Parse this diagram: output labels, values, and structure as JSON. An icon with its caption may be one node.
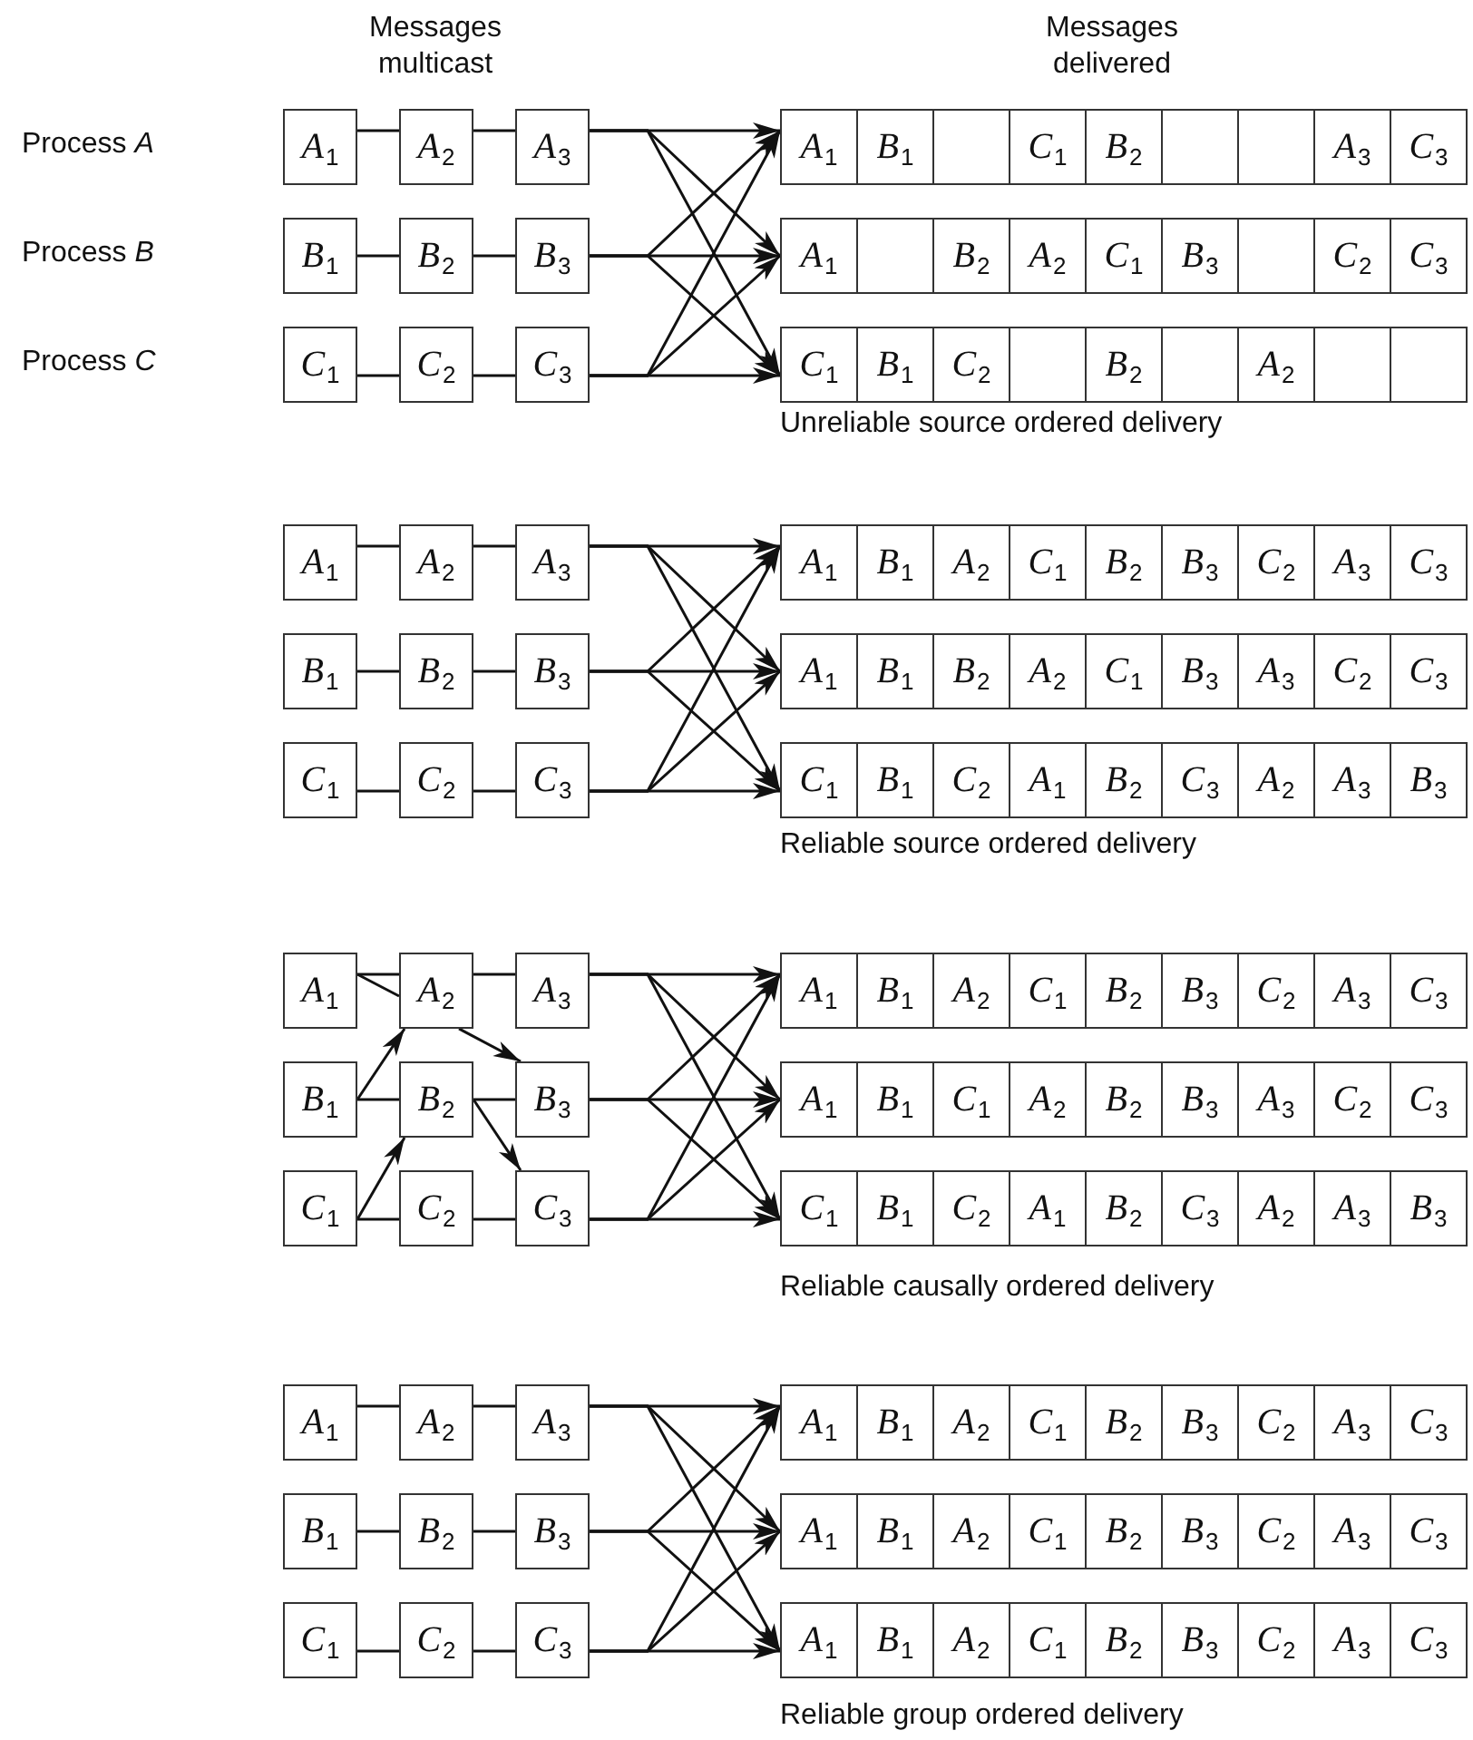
{
  "diagram": {
    "nodes": [
      {
        "text": [
          "*A*$_{1}$"
        ]
      },
      {
        "text": [
          "*A*$_{2}$"
        ]
      },
      {
        "text": [
          "*A*$_{3}$"
        ]
      },
      {
        "text": [
          "*A*$_{1}$"
        ]
      },
      {
        "text": [
          "*B*$_{1}$"
        ]
      },
      {
        "text": [],
        "shape": "box"
      },
      {
        "text": [
          "*C*$_{1}$"
        ]
      },
      {
        "text": [
          "*B*$_{2}$"
        ]
      },
      {
        "text": [],
        "shape": "box"
      },
      {
        "text": [],
        "shape": "box"
      },
      {
        "text": [
          "*A*$_{3}$"
        ]
      },
      {
        "text": [
          "*C*$_{3}$"
        ]
      },
      {
        "text": [
          "*B*$_{1}$"
        ]
      },
      {
        "text": [
          "*B*$_{2}$"
        ]
      },
      {
        "text": [
          "*B*$_{3}$"
        ]
      },
      {
        "text": [
          "*A*$_{1}$"
        ]
      },
      {
        "text": [],
        "shape": "box"
      },
      {
        "text": [
          "*B*$_{2}$"
        ]
      },
      {
        "text": [
          "*A*$_{2}$"
        ]
      },
      {
        "text": [
          "*C*$_{1}$"
        ]
      },
      {
        "text": [
          "*B*$_{3}$"
        ]
      },
      {
        "text": [],
        "shape": "box"
      },
      {
        "text": [
          "*C*$_{2}$"
        ]
      },
      {
        "text": [
          "*C*$_{3}$"
        ]
      },
      {
        "text": [
          "*C*$_{1}$"
        ]
      },
      {
        "text": [
          "*C*$_{2}$"
        ]
      },
      {
        "text": [
          "*C*$_{3}$"
        ]
      },
      {
        "text": [
          "*C*$_{1}$"
        ]
      },
      {
        "text": [
          "*B*$_{1}$"
        ]
      },
      {
        "text": [
          "*C*$_{2}$"
        ]
      },
      {
        "text": [],
        "shape": "box"
      },
      {
        "text": [
          "*B*$_{2}$"
        ]
      },
      {
        "text": [],
        "shape": "box"
      },
      {
        "text": [
          "*A*$_{2}$"
        ]
      },
      {
        "text": [],
        "shape": "box"
      },
      {
        "text": [],
        "shape": "box"
      },
      {
        "text": [
          "*A*$_{1}$"
        ]
      },
      {
        "text": [
          "*A*$_{2}$"
        ]
      },
      {
        "text": [
          "*A*$_{3}$"
        ]
      },
      {
        "text": [
          "*A*$_{1}$"
        ]
      },
      {
        "text": [
          "*B*$_{1}$"
        ]
      },
      {
        "text": [
          "*A*$_{2}$"
        ]
      },
      {
        "text": [
          "*C*$_{1}$"
        ]
      },
      {
        "text": [
          "*B*$_{2}$"
        ]
      },
      {
        "text": [
          "*B*$_{3}$"
        ]
      },
      {
        "text": [
          "*C*$_{2}$"
        ]
      },
      {
        "text": [
          "*A*$_{3}$"
        ]
      },
      {
        "text": [
          "*C*$_{3}$"
        ]
      },
      {
        "text": [
          "*B*$_{1}$"
        ]
      },
      {
        "text": [
          "*B*$_{2}$"
        ]
      },
      {
        "text": [
          "*B*$_{3}$"
        ]
      },
      {
        "text": [
          "*A*$_{1}$"
        ]
      },
      {
        "text": [
          "*B*$_{1}$"
        ]
      },
      {
        "text": [
          "*B*$_{2}$"
        ]
      },
      {
        "text": [
          "*A*$_{2}$"
        ]
      },
      {
        "text": [
          "*C*$_{1}$"
        ]
      },
      {
        "text": [
          "*B*$_{3}$"
        ]
      },
      {
        "text": [
          "*A*$_{3}$"
        ]
      },
      {
        "text": [
          "*C*$_{2}$"
        ]
      },
      {
        "text": [
          "*C*$_{3}$"
        ]
      },
      {
        "text": [
          "*C*$_{1}$"
        ]
      },
      {
        "text": [
          "*C*$_{2}$"
        ]
      },
      {
        "text": [
          "*C*$_{3}$"
        ]
      },
      {
        "text": [
          "*C*$_{1}$"
        ]
      },
      {
        "text": [
          "*B*$_{1}$"
        ]
      },
      {
        "text": [
          "*C*$_{2}$"
        ]
      },
      {
        "text": [
          "*A*$_{1}$"
        ]
      },
      {
        "text": [
          "*B*$_{2}$"
        ]
      },
      {
        "text": [
          "*C*$_{3}$"
        ]
      },
      {
        "text": [
          "*A*$_{2}$"
        ]
      },
      {
        "text": [
          "*A*$_{3}$"
        ]
      },
      {
        "text": [
          "*B*$_{3}$"
        ]
      },
      {
        "text": [
          "*A*$_{1}$"
        ]
      },
      {
        "text": [
          "*A*$_{2}$"
        ]
      },
      {
        "text": [
          "*A*$_{3}$"
        ]
      },
      {
        "text": [
          "*A*$_{1}$"
        ]
      },
      {
        "text": [
          "*B*$_{1}$"
        ]
      },
      {
        "text": [
          "*A*$_{2}$"
        ]
      },
      {
        "text": [
          "*C*$_{1}$"
        ]
      },
      {
        "text": [
          "*B*$_{2}$"
        ]
      },
      {
        "text": [
          "*B*$_{3}$"
        ]
      },
      {
        "text": [
          "*C*$_{2}$"
        ]
      },
      {
        "text": [
          "*A*$_{3}$"
        ]
      },
      {
        "text": [
          "*C*$_{3}$"
        ]
      },
      {
        "text": [
          "*B*$_{1}$"
        ]
      },
      {
        "text": [
          "*B*$_{2}$"
        ]
      },
      {
        "text": [
          "*B*$_{3}$"
        ]
      },
      {
        "text": [
          "*A*$_{1}$"
        ]
      },
      {
        "text": [
          "*B*$_{1}$"
        ]
      },
      {
        "text": [
          "*C*$_{1}$"
        ]
      },
      {
        "text": [
          "*A*$_{2}$"
        ]
      },
      {
        "text": [
          "*B*$_{2}$"
        ]
      },
      {
        "text": [
          "*B*$_{3}$"
        ]
      },
      {
        "text": [
          "*A*$_{3}$"
        ]
      },
      {
        "text": [
          "*C*$_{2}$"
        ]
      },
      {
        "text": [
          "*C*$_{3}$"
        ]
      },
      {
        "text": [
          "*C*$_{1}$"
        ]
      },
      {
        "text": [
          "*C*$_{2}$"
        ]
      },
      {
        "text": [
          "*C*$_{3}$"
        ]
      },
      {
        "text": [
          "*C*$_{1}$"
        ]
      },
      {
        "text": [
          "*B*$_{1}$"
        ]
      },
      {
        "text": [
          "*C*$_{2}$"
        ]
      },
      {
        "text": [
          "*A*$_{1}$"
        ]
      },
      {
        "text": [
          "*B*$_{2}$"
        ]
      },
      {
        "text": [
          "*C*$_{3}$"
        ]
      },
      {
        "text": [
          "*A*$_{2}$"
        ]
      },
      {
        "text": [
          "*A*$_{3}$"
        ]
      },
      {
        "text": [
          "*B*$_{3}$"
        ]
      },
      {
        "text": [
          "*A*$_{1}$"
        ]
      },
      {
        "text": [
          "*A*$_{2}$"
        ]
      },
      {
        "text": [
          "*A*$_{3}$"
        ]
      },
      {
        "text": [
          "*A*$_{1}$"
        ]
      },
      {
        "text": [
          "*B*$_{1}$"
        ]
      },
      {
        "text": [
          "*A*$_{2}$"
        ]
      },
      {
        "text": [
          "*C*$_{1}$"
        ]
      },
      {
        "text": [
          "*B*$_{2}$"
        ]
      },
      {
        "text": [
          "*B*$_{3}$"
        ]
      },
      {
        "text": [
          "*C*$_{2}$"
        ]
      },
      {
        "text": [
          "*A*$_{3}$"
        ]
      },
      {
        "text": [
          "*C*$_{3}$"
        ]
      },
      {
        "text": [
          "*B*$_{1}$"
        ]
      },
      {
        "text": [
          "*B*$_{2}$"
        ]
      },
      {
        "text": [
          "*B*$_{3}$"
        ]
      },
      {
        "text": [
          "*A*$_{1}$"
        ]
      },
      {
        "text": [
          "*B*$_{1}$"
        ]
      },
      {
        "text": [
          "*A*$_{2}$"
        ]
      },
      {
        "text": [
          "*C*$_{1}$"
        ]
      },
      {
        "text": [
          "*B*$_{2}$"
        ]
      },
      {
        "text": [
          "*B*$_{3}$"
        ]
      },
      {
        "text": [
          "*C*$_{2}$"
        ]
      },
      {
        "text": [
          "*A*$_{3}$"
        ]
      },
      {
        "text": [
          "*C*$_{3}$"
        ]
      },
      {
        "text": [
          "*C*$_{1}$"
        ]
      },
      {
        "text": [
          "*C*$_{2}$"
        ]
      },
      {
        "text": [
          "*C*$_{3}$"
        ]
      },
      {
        "text": [
          "*A*$_{1}$"
        ]
      },
      {
        "text": [
          "*B*$_{1}$"
        ]
      },
      {
        "text": [
          "*A*$_{2}$"
        ]
      },
      {
        "text": [
          "*C*$_{1}$"
        ]
      },
      {
        "text": [
          "*B*$_{2}$"
        ]
      },
      {
        "text": [
          "*B*$_{3}$"
        ]
      },
      {
        "text": [
          "*C*$_{2}$"
        ]
      },
      {
        "text": [
          "*A*$_{3}$"
        ]
      },
      {
        "text": [
          "*C*$_{3}$"
        ]
      }
    ],
    "edges": [
      {
        "from": 0,
        "to": 1,
        "arrow": "none"
      },
      {
        "from": 1,
        "to": 2,
        "arrow": "none"
      },
      {
        "from": 12,
        "to": 13,
        "arrow": "none"
      },
      {
        "from": 13,
        "to": 14,
        "arrow": "none"
      },
      {
        "from": 24,
        "to": 25,
        "arrow": "none"
      },
      {
        "from": 25,
        "to": 26,
        "arrow": "none"
      },
      {
        "from": 2,
        "to": 3,
        "arrow": "to"
      },
      {
        "from": 2,
        "to": 15,
        "arrow": "to"
      },
      {
        "from": 2,
        "to": 27,
        "arrow": "to"
      },
      {
        "from": 14,
        "to": 3,
        "arrow": "to"
      },
      {
        "from": 14,
        "to": 15,
        "arrow": "to"
      },
      {
        "from": 14,
        "to": 27,
        "arrow": "to"
      },
      {
        "from": 26,
        "to": 3,
        "arrow": "to"
      },
      {
        "from": 26,
        "to": 15,
        "arrow": "to"
      },
      {
        "from": 26,
        "to": 27,
        "arrow": "to"
      },
      {
        "from": 36,
        "to": 37,
        "arrow": "none"
      },
      {
        "from": 37,
        "to": 38,
        "arrow": "none"
      },
      {
        "from": 48,
        "to": 49,
        "arrow": "none"
      },
      {
        "from": 49,
        "to": 50,
        "arrow": "none"
      },
      {
        "from": 60,
        "to": 61,
        "arrow": "none"
      },
      {
        "from": 61,
        "to": 62,
        "arrow": "none"
      },
      {
        "from": 38,
        "to": 39,
        "arrow": "to"
      },
      {
        "from": 38,
        "to": 51,
        "arrow": "to"
      },
      {
        "from": 38,
        "to": 63,
        "arrow": "to"
      },
      {
        "from": 50,
        "to": 39,
        "arrow": "to"
      },
      {
        "from": 50,
        "to": 51,
        "arrow": "to"
      },
      {
        "from": 50,
        "to": 63,
        "arrow": "to"
      },
      {
        "from": 62,
        "to": 39,
        "arrow": "to"
      },
      {
        "from": 62,
        "to": 51,
        "arrow": "to"
      },
      {
        "from": 62,
        "to": 63,
        "arrow": "to"
      },
      {
        "from": 72,
        "to": 73,
        "arrow": "none"
      },
      {
        "from": 73,
        "to": 74,
        "arrow": "none"
      },
      {
        "from": 84,
        "to": 85,
        "arrow": "none"
      },
      {
        "from": 85,
        "to": 86,
        "arrow": "none"
      },
      {
        "from": 96,
        "to": 97,
        "arrow": "none"
      },
      {
        "from": 97,
        "to": 98,
        "arrow": "none"
      },
      {
        "from": 72,
        "to": 73,
        "arrow": "none"
      },
      {
        "from": 84,
        "to": 73,
        "arrow": "to"
      },
      {
        "from": 96,
        "to": 85,
        "arrow": "to"
      },
      {
        "from": 73,
        "to": 86,
        "arrow": "to"
      },
      {
        "from": 85,
        "to": 98,
        "arrow": "to"
      },
      {
        "from": 74,
        "to": 75,
        "arrow": "to"
      },
      {
        "from": 74,
        "to": 87,
        "arrow": "to"
      },
      {
        "from": 74,
        "to": 99,
        "arrow": "to"
      },
      {
        "from": 86,
        "to": 75,
        "arrow": "to"
      },
      {
        "from": 86,
        "to": 87,
        "arrow": "to"
      },
      {
        "from": 86,
        "to": 99,
        "arrow": "to"
      },
      {
        "from": 98,
        "to": 75,
        "arrow": "to"
      },
      {
        "from": 98,
        "to": 87,
        "arrow": "to"
      },
      {
        "from": 98,
        "to": 99,
        "arrow": "to"
      },
      {
        "from": 108,
        "to": 109,
        "arrow": "none"
      },
      {
        "from": 109,
        "to": 110,
        "arrow": "none"
      },
      {
        "from": 120,
        "to": 121,
        "arrow": "none"
      },
      {
        "from": 121,
        "to": 122,
        "arrow": "none"
      },
      {
        "from": 132,
        "to": 133,
        "arrow": "none"
      },
      {
        "from": 133,
        "to": 134,
        "arrow": "none"
      },
      {
        "from": 110,
        "to": 111,
        "arrow": "to"
      },
      {
        "from": 110,
        "to": 123,
        "arrow": "to"
      },
      {
        "from": 110,
        "to": 135,
        "arrow": "to"
      },
      {
        "from": 122,
        "to": 111,
        "arrow": "to"
      },
      {
        "from": 122,
        "to": 123,
        "arrow": "to"
      },
      {
        "from": 122,
        "to": 135,
        "arrow": "to"
      },
      {
        "from": 134,
        "to": 111,
        "arrow": "to"
      },
      {
        "from": 134,
        "to": 123,
        "arrow": "to"
      },
      {
        "from": 134,
        "to": 135,
        "arrow": "to"
      }
    ],
    "labels": [
      "Messages multicast",
      "Messages delivered",
      "Process *A*",
      "Process *B*",
      "Process *C*",
      "Unreliable source ordered delivery",
      "Reliable source ordered delivery",
      "Reliable causally ordered delivery",
      "Reliable group ordered delivery"
    ]
  }
}
